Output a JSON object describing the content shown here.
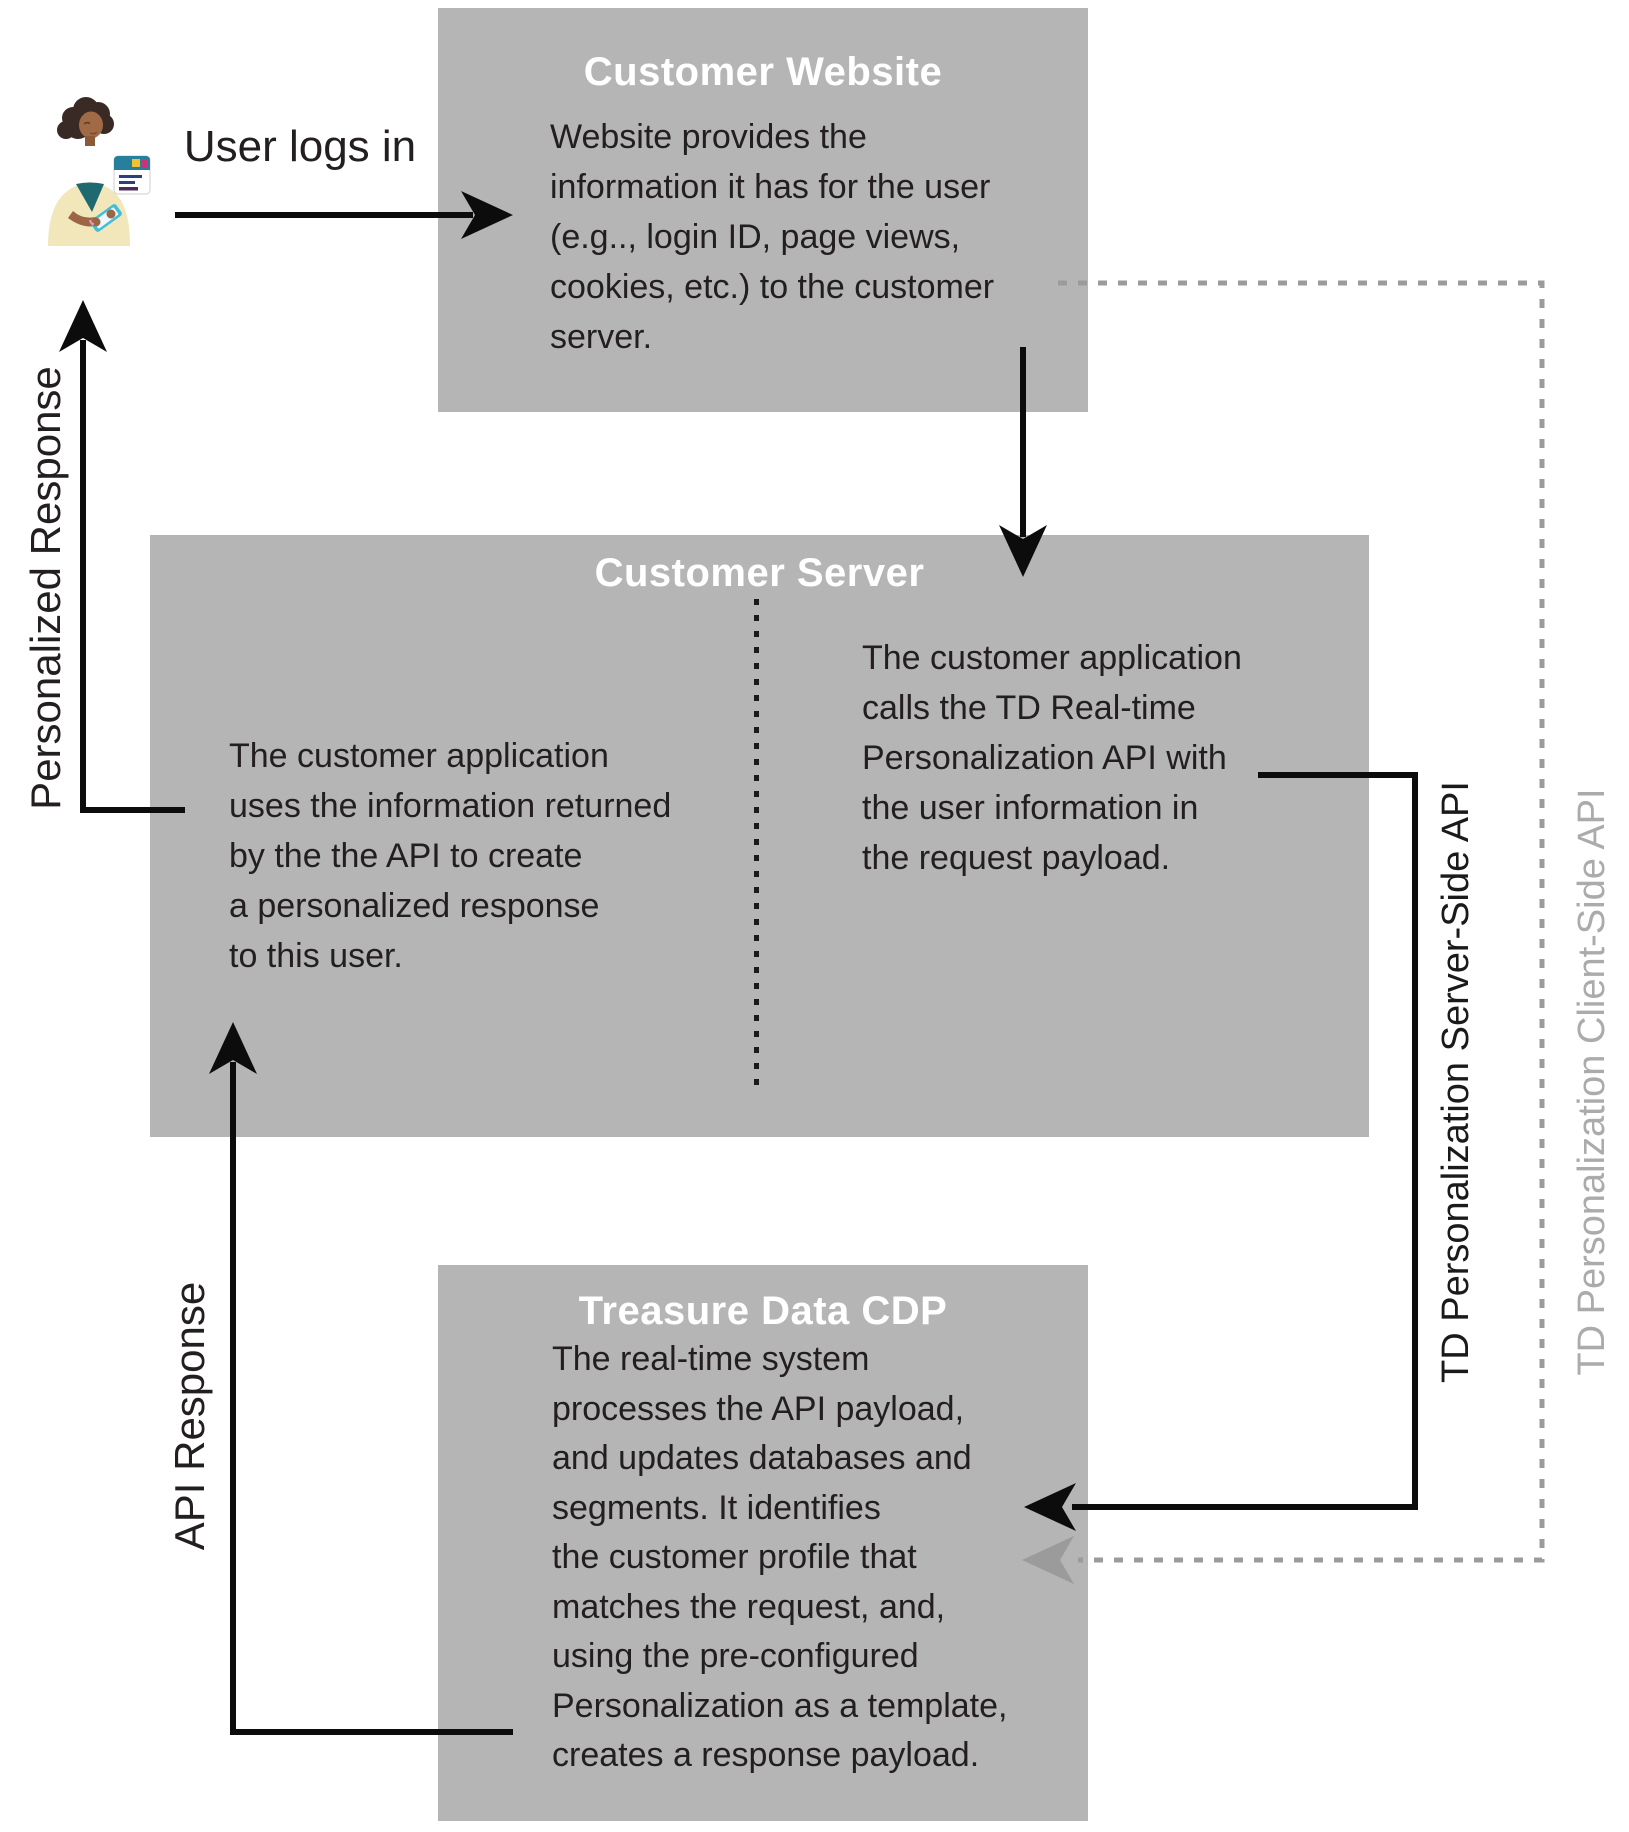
{
  "labels": {
    "user_logs_in": "User logs in",
    "personalized_response": "Personalized Response",
    "api_response": "API Response",
    "td_server_side_api": "TD Personalization Server-Side API",
    "td_client_side_api": "TD Personalization Client-Side API"
  },
  "boxes": {
    "customer_website": {
      "title": "Customer Website",
      "body": "Website provides the\ninformation it has for the user\n(e.g.., login ID, page views,\ncookies, etc.) to the customer\nserver."
    },
    "customer_server": {
      "title": "Customer Server",
      "response_note": "The customer application\nuses the information returned\nby the the API to create\na personalized response\nto this user.",
      "request_note": "The customer application\ncalls the TD Real-time\nPersonalization API with\nthe user information in\nthe request payload."
    },
    "treasure_data_cdp": {
      "title": "Treasure Data CDP",
      "body": "The real-time system\nprocesses the API payload,\nand updates databases and\nsegments. It identifies\nthe customer profile that\nmatches the request, and,\nusing the pre-configured\nPersonalization as a template,\ncreates a response payload."
    }
  },
  "colors": {
    "box_fill": "#b5b5b5",
    "title_text": "#ffffff",
    "body_text": "#231e1f",
    "solid_connector": "#0c0c0c",
    "dashed_connector": "#9b9b9b",
    "client_side_label": "#ababab"
  }
}
